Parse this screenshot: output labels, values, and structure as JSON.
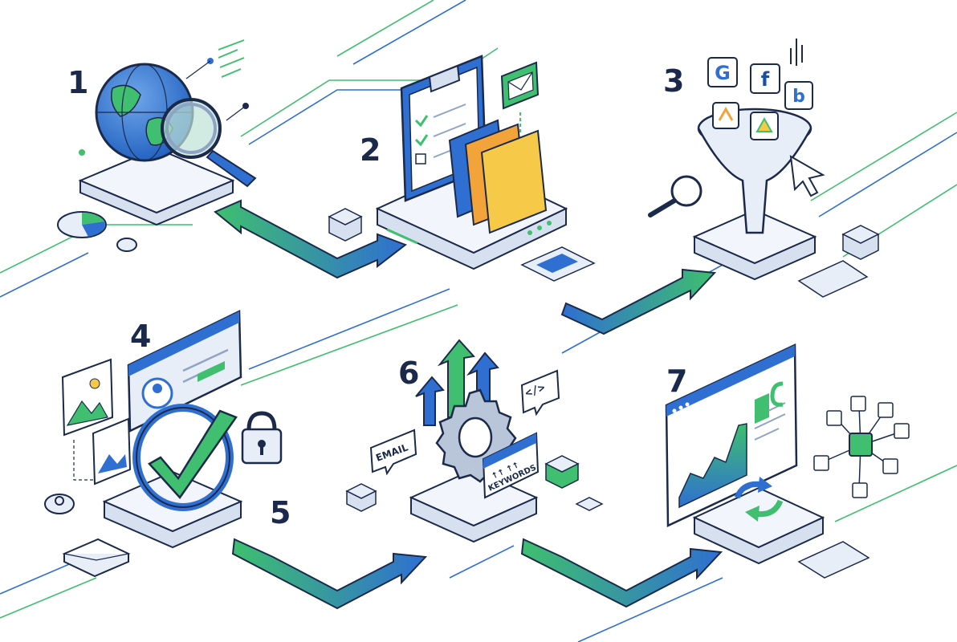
{
  "steps": [
    {
      "number": "1",
      "icon": "globe-magnifier-icon"
    },
    {
      "number": "2",
      "icon": "clipboard-folders-icon"
    },
    {
      "number": "3",
      "icon": "funnel-search-engines-icon"
    },
    {
      "number": "4",
      "icon": "profile-verified-checkmark-icon"
    },
    {
      "number": "5",
      "icon": "flow-arrow-icon"
    },
    {
      "number": "6",
      "icon": "gear-growth-arrows-icon"
    },
    {
      "number": "7",
      "icon": "dashboard-sync-network-icon"
    }
  ],
  "labels": {
    "email_tag": "EMAIL",
    "keywords_tag": "KEYWORDS",
    "code_tag": "</>",
    "keywords_arrows": "↑↑ ↑↑"
  },
  "search_engine_logos": [
    "G",
    "f",
    "b"
  ],
  "colors": {
    "navy": "#1b2a4a",
    "blue": "#2f6fd1",
    "green": "#3fbf6f",
    "teal": "#2fb7a8",
    "light": "#e8eef8",
    "orange": "#f2a33a",
    "yellow": "#f7c948"
  }
}
